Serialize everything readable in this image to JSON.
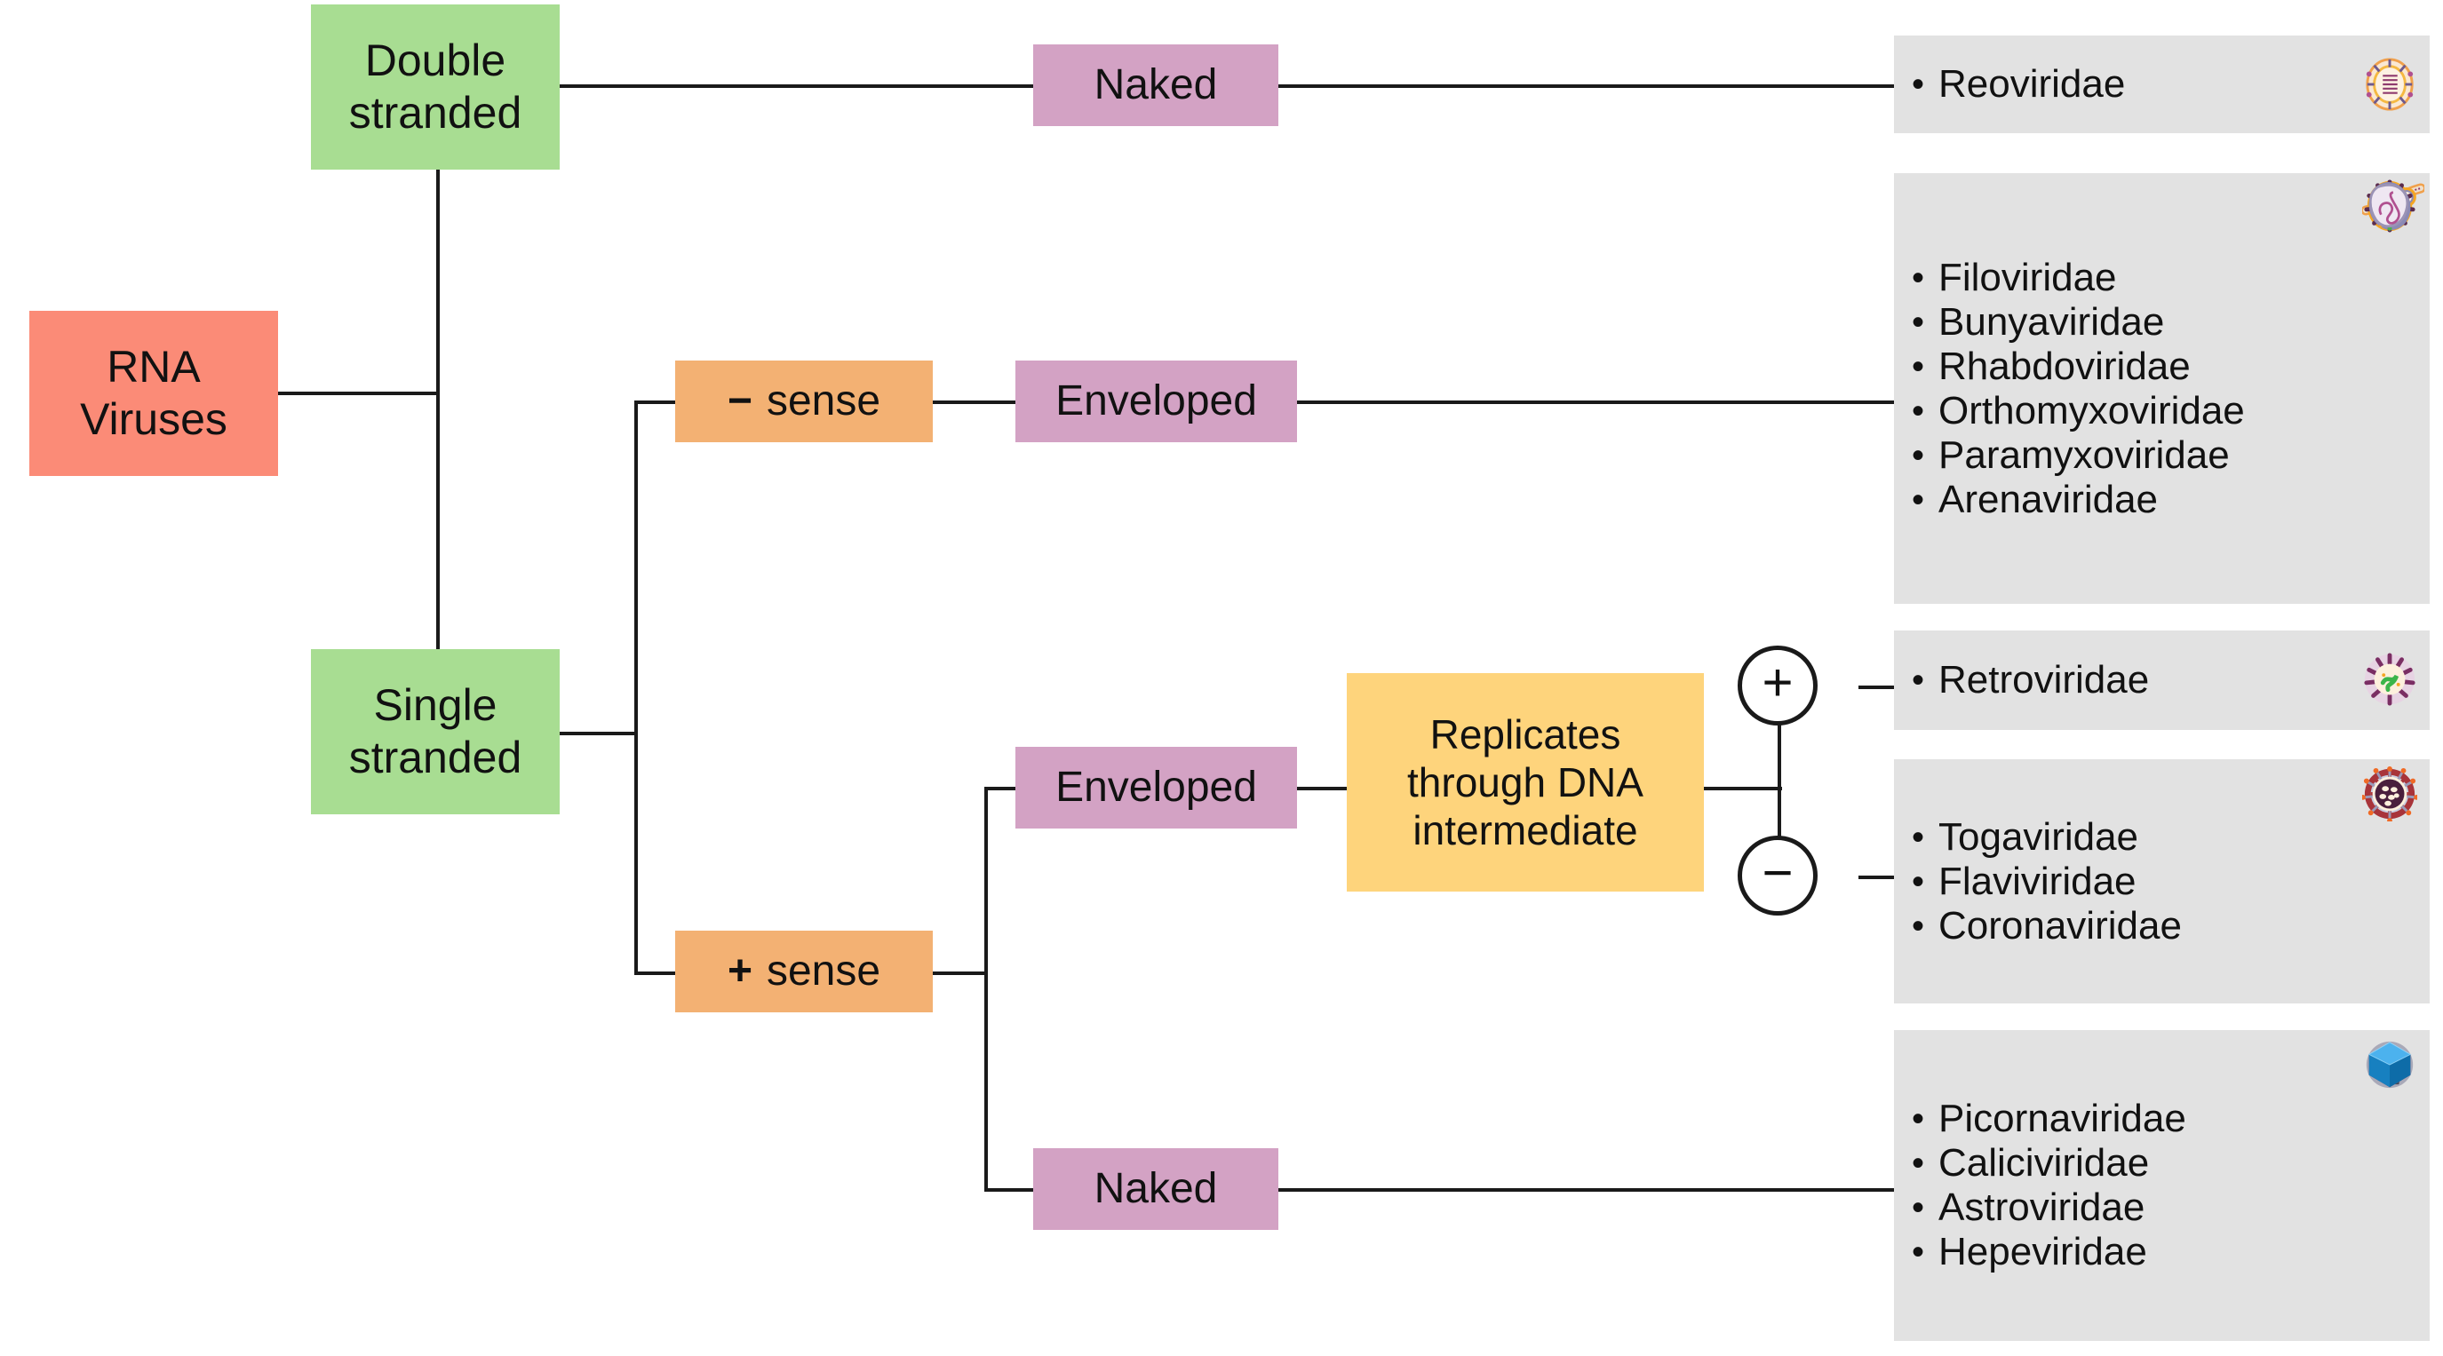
{
  "title": "RNA Viruses classification flowchart",
  "colors": {
    "root": "#fb8b77",
    "strand": "#a8dd92",
    "sense": "#f3b173",
    "capsid": "#d3a2c4",
    "note": "#fed47c",
    "listbox": "#e2e2e2",
    "line": "#1a1a1a"
  },
  "nodes": {
    "root": "RNA\nViruses",
    "root_line1": "RNA",
    "root_line2": "Viruses",
    "double_stranded_l1": "Double",
    "double_stranded_l2": "stranded",
    "single_stranded_l1": "Single",
    "single_stranded_l2": "stranded",
    "naked_ds": "Naked",
    "minus_sign": "−",
    "minus_sense": "sense",
    "plus_sign": "+",
    "plus_sense": "sense",
    "enveloped_minus": "Enveloped",
    "enveloped_plus": "Enveloped",
    "naked_plus": "Naked",
    "note_l1": "Replicates",
    "note_l2": "through DNA",
    "note_l3": "intermediate",
    "circle_plus": "+",
    "circle_minus": "−"
  },
  "lists": [
    {
      "id": "ds-naked-families",
      "items": [
        {
          "name": "Reoviridae",
          "icon": "reovirus-icon"
        }
      ]
    },
    {
      "id": "ss-minus-enveloped-families",
      "items": [
        {
          "name": "Filoviridae",
          "icon": "filovirus-icon"
        },
        {
          "name": "Bunyaviridae",
          "icon": "bunyavirus-icon"
        },
        {
          "name": "Rhabdoviridae",
          "icon": "rhabdovirus-icon"
        },
        {
          "name": "Orthomyxoviridae",
          "icon": "orthomyxovirus-icon"
        },
        {
          "name": "Paramyxoviridae",
          "icon": "paramyxovirus-icon"
        },
        {
          "name": "Arenaviridae",
          "icon": "arenavirus-icon"
        }
      ]
    },
    {
      "id": "retro-families",
      "items": [
        {
          "name": "Retroviridae",
          "icon": "retrovirus-icon"
        }
      ]
    },
    {
      "id": "ss-plus-enveloped-families",
      "items": [
        {
          "name": "Togaviridae",
          "icon": "togavirus-icon"
        },
        {
          "name": "Flaviviridae",
          "icon": "flavivirus-icon"
        },
        {
          "name": "Coronaviridae",
          "icon": "coronavirus-icon"
        }
      ]
    },
    {
      "id": "ss-plus-naked-families",
      "items": [
        {
          "name": "Picornaviridae",
          "icon": "picornavirus-icon"
        },
        {
          "name": "Caliciviridae",
          "icon": "calicivirus-blue-icon"
        },
        {
          "name": "Astroviridae",
          "icon": "astrovirus-red-icon"
        },
        {
          "name": "Hepeviridae",
          "icon": "hepevirus-blue-icon"
        }
      ]
    }
  ],
  "bullet": "•"
}
